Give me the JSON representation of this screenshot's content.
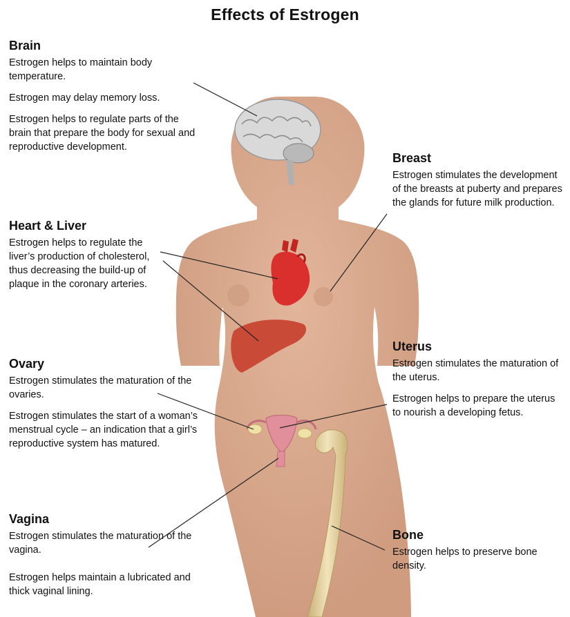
{
  "title": "Effects of Estrogen",
  "sections": {
    "brain": {
      "heading": "Brain",
      "texts": [
        "Estrogen helps to maintain body temperature.",
        "Estrogen may delay memory loss.",
        "Estrogen helps to regulate parts of the brain that prepare the body for sexual and reproductive development."
      ]
    },
    "heart_liver": {
      "heading": "Heart & Liver",
      "texts": [
        "Estrogen helps to regulate the liver’s production of cholesterol, thus decreasing the build-up of plaque in the coronary arteries."
      ]
    },
    "ovary": {
      "heading": "Ovary",
      "texts": [
        "Estrogen stimulates the maturation of the ovaries.",
        "Estrogen stimulates the start of a woman’s menstrual cycle – an indication that a girl’s reproductive system has matured."
      ]
    },
    "vagina": {
      "heading": "Vagina",
      "texts": [
        "Estrogen stimulates the maturation of the vagina.",
        "Estrogen helps maintain a lubricated and thick vaginal lining."
      ]
    },
    "breast": {
      "heading": "Breast",
      "texts": [
        "Estrogen stimulates the development of the breasts at puberty and prepares the glands for future milk production."
      ]
    },
    "uterus": {
      "heading": "Uterus",
      "texts": [
        "Estrogen stimulates the maturation of the uterus.",
        "Estrogen helps to prepare the uterus to nourish a developing fetus."
      ]
    },
    "bone": {
      "heading": "Bone",
      "texts": [
        "Estrogen helps to preserve bone density."
      ]
    }
  },
  "colors": {
    "skin": "#d8a98d",
    "skin_shadow": "#c9937a",
    "organ_red": "#d9302e",
    "liver": "#c94a36",
    "uterus": "#e08f9b",
    "bone": "#e7d3a0",
    "brain": "#d8d8d8"
  }
}
